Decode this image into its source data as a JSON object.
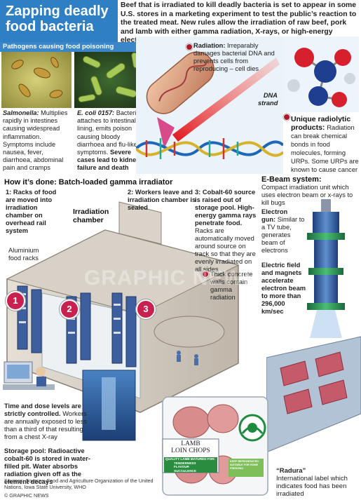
{
  "header": {
    "title_line1": "Zapping deadly",
    "title_line2": "food bacteria",
    "intro": "Beef that is irradiated to kill deadly bacteria is set to appear in some U.S. stores in a marketing experiment to test the public’s reaction to the treated meat. New rules allow the irradiation of raw beef, pork and lamb with either gamma radiation, X-rays, or high-energy electron beams"
  },
  "pathogens": {
    "heading": "Pathogens causing food poisoning include:",
    "salmonella": {
      "name": "Salmonella:",
      "text": "Multiplies rapidly in intestines causing widespread inflammation. Symptoms include nausea, fever, diarrhoea, abdominal pain and cramps"
    },
    "ecoli": {
      "name": "E. coli 0157:",
      "text": "Bacteria attaches to intestinal lining, emits poison causing bloody diarrhoea and flu-like symptoms.",
      "bold_text": "Severe cases lead to kidney failure and death"
    }
  },
  "radiation": {
    "title": "Radiation:",
    "text": "Irreparably damages bacterial DNA and prevents cells from reproducing – cell dies",
    "dna_label_1": "DNA",
    "dna_label_2": "strand"
  },
  "radiolytic": {
    "title_1": "Unique radiolytic",
    "title_2": "products:",
    "text": "Radiation can break chemical bonds in food molecules, forming URPs. Some URPs are known to cause cancer"
  },
  "irradiator": {
    "heading": "How it’s done: Batch-loaded gamma irradiator",
    "step1_num": "1:",
    "step1_text": "Racks of food are moved into irradiation chamber on overhead rail system",
    "step2_num": "2:",
    "step2_text": "Workers leave and irradiation chamber is sealed",
    "step3_num": "3:",
    "step3_bold": "Cobalt-60 source is raised out of storage pool. High-energy gamma rays penetrate food.",
    "step3_text": "Racks are automatically moved around source on track so that they are evenly irradiated on all sides",
    "chamber_label_1": "Irradiation",
    "chamber_label_2": "chamber",
    "racks_label": "Aluminium food racks",
    "wall_label": "Thick concrete walls contain gamma radiation",
    "badges": [
      "1",
      "2",
      "3"
    ],
    "control_title": "Time and dose levels are strictly controlled.",
    "control_text": "Workers are annually exposed to less than a third of that resulting from a chest X-ray",
    "pool_title": "Storage pool: Radioactive cobalt-60 is stored in water-filled pit. Water absorbs radiation given off as the element decays"
  },
  "ebeam": {
    "heading": "E-Beam system:",
    "intro": "Compact irradiation unit which uses electron beam or x-rays to kill bugs",
    "gun_title_1": "Electron",
    "gun_title_2": "gun:",
    "gun_text": "Similar to a TV tube, generates beam of electrons",
    "field_bold": "Electric field and magnets accelerate electron beam to more than 296,000 km/sec"
  },
  "package": {
    "brand_1": "LAMB",
    "brand_2": "LOIN CHOPS",
    "badge_top": "QUALITY LAMB MATURED FOR:",
    "badge_line1": "TENDERNESS",
    "badge_line2": "FLAVOUR",
    "badge_line3": "SUCCULENCE",
    "keep_text": "KEEP REFRIGERATED",
    "freeze_text": "SUITABLE FOR HOME FREEZING"
  },
  "radura": {
    "title": "“Radura”",
    "text": "International label which indicates food has been irradiated"
  },
  "footer": {
    "sources": "Sources: Sources: Food and Agriculture Organization of the United Nations, Iowa State University, WHO",
    "copyright": "© GRAPHIC NEWS"
  },
  "watermark": "GRAPHIC NEWS",
  "colors": {
    "title_bg": "#2f7fc4",
    "accent_red": "#b0182a",
    "step_pink": "#c8214f",
    "panel_blue": "#2f7fc4"
  }
}
